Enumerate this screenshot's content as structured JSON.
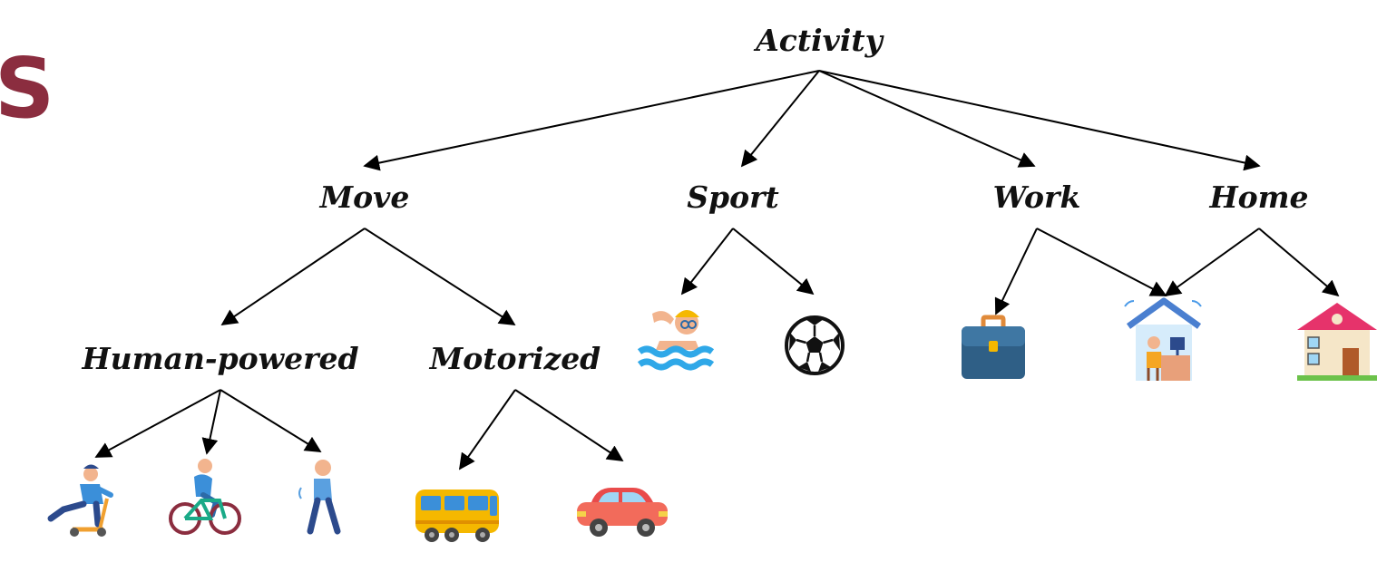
{
  "corner_text": "S",
  "nodes": {
    "activity": "Activity",
    "move": "Move",
    "sport": "Sport",
    "work": "Work",
    "home": "Home",
    "human_powered": "Human-powered",
    "motorized": "Motorized"
  },
  "leaves": {
    "move_human": [
      "scooter-rider-icon",
      "cyclist-icon",
      "walker-icon"
    ],
    "move_motorized": [
      "bus-icon",
      "car-icon"
    ],
    "sport": [
      "swimmer-icon",
      "soccer-ball-icon"
    ],
    "work": [
      "briefcase-icon",
      "home-office-icon"
    ],
    "home": [
      "home-office-icon",
      "house-icon"
    ]
  },
  "colors": {
    "corner_text": "#8b2d3f",
    "edge": "#000000",
    "label": "#111111"
  }
}
